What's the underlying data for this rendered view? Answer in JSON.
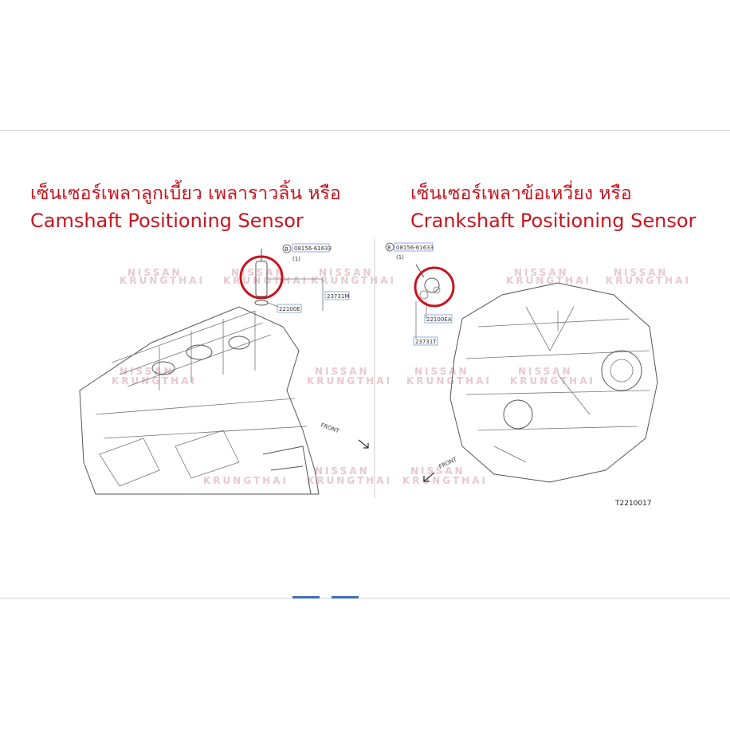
{
  "left_panel": {
    "title_line1": "เซ็นเซอร์เพลาลูกเบี้ยว เพลาราวลิ้น หรือ",
    "title_line2": "Camshaft Positioning Sensor",
    "labels": {
      "bolt_part": "08156-61633",
      "qty": "(1)",
      "sensor_part": "22100E",
      "ring_part": "23731M",
      "direction": "FRONT",
      "callout": "B"
    }
  },
  "right_panel": {
    "title_line1": "เซ็นเซอร์เพลาข้อเหวี่ยง หรือ",
    "title_line2": "Crankshaft Positioning Sensor",
    "labels": {
      "bolt_part": "08156-61633",
      "qty": "(1)",
      "sensor_part": "22100EA",
      "ring_part": "23731T",
      "direction": "FRONT",
      "callout": "B"
    }
  },
  "watermark": {
    "line1": "NISSAN",
    "line2": "KRUNGTHAI"
  },
  "diagram_code": "T2210017",
  "colors": {
    "accent": "#c8141e",
    "watermark": "#e8c9cf",
    "line": "#555555"
  }
}
